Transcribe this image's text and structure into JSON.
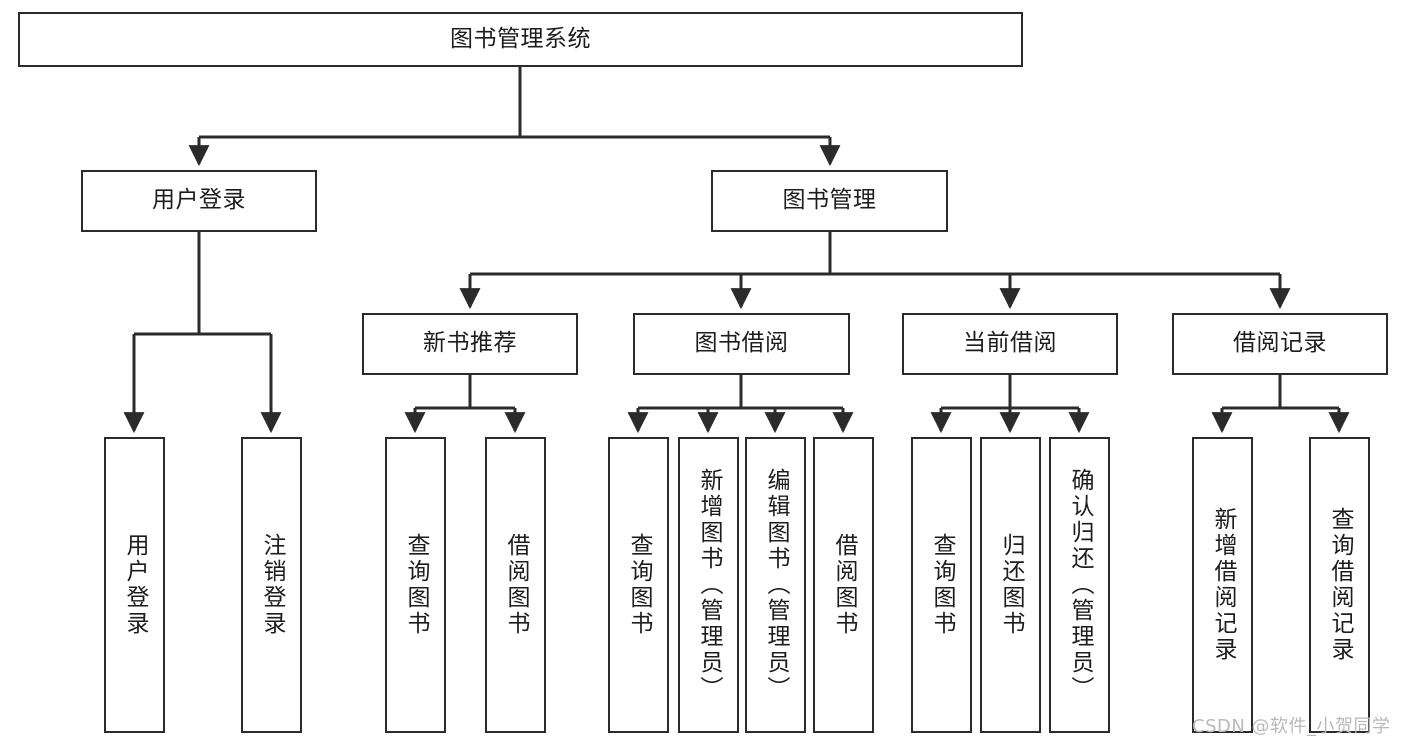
{
  "diagram": {
    "type": "tree",
    "title": "图书管理系统",
    "orientation": "top-down",
    "colors": {
      "node_border": "#2b2b2b",
      "node_fill": "#ffffff",
      "edge": "#2b2b2b",
      "text": "#1d1d1d",
      "background": "#ffffff",
      "watermark": "#b9b9b9"
    },
    "nodes": {
      "root": {
        "label": "图书管理系统"
      },
      "level2": [
        {
          "label": "用户登录"
        },
        {
          "label": "图书管理"
        }
      ],
      "level3": [
        {
          "label": "新书推荐"
        },
        {
          "label": "图书借阅"
        },
        {
          "label": "当前借阅"
        },
        {
          "label": "借阅记录"
        }
      ],
      "leaves": [
        {
          "label": "用户登录"
        },
        {
          "label": "注销登录"
        },
        {
          "label": "查询图书"
        },
        {
          "label": "借阅图书"
        },
        {
          "label": "查询图书"
        },
        {
          "label": "新增图书（管理员）"
        },
        {
          "label": "编辑图书（管理员）"
        },
        {
          "label": "借阅图书"
        },
        {
          "label": "查询图书"
        },
        {
          "label": "归还图书"
        },
        {
          "label": "确认归还（管理员）"
        },
        {
          "label": "新增借阅记录"
        },
        {
          "label": "查询借阅记录"
        }
      ]
    }
  },
  "watermark": {
    "text": "CSDN @软件_小贺同学"
  }
}
